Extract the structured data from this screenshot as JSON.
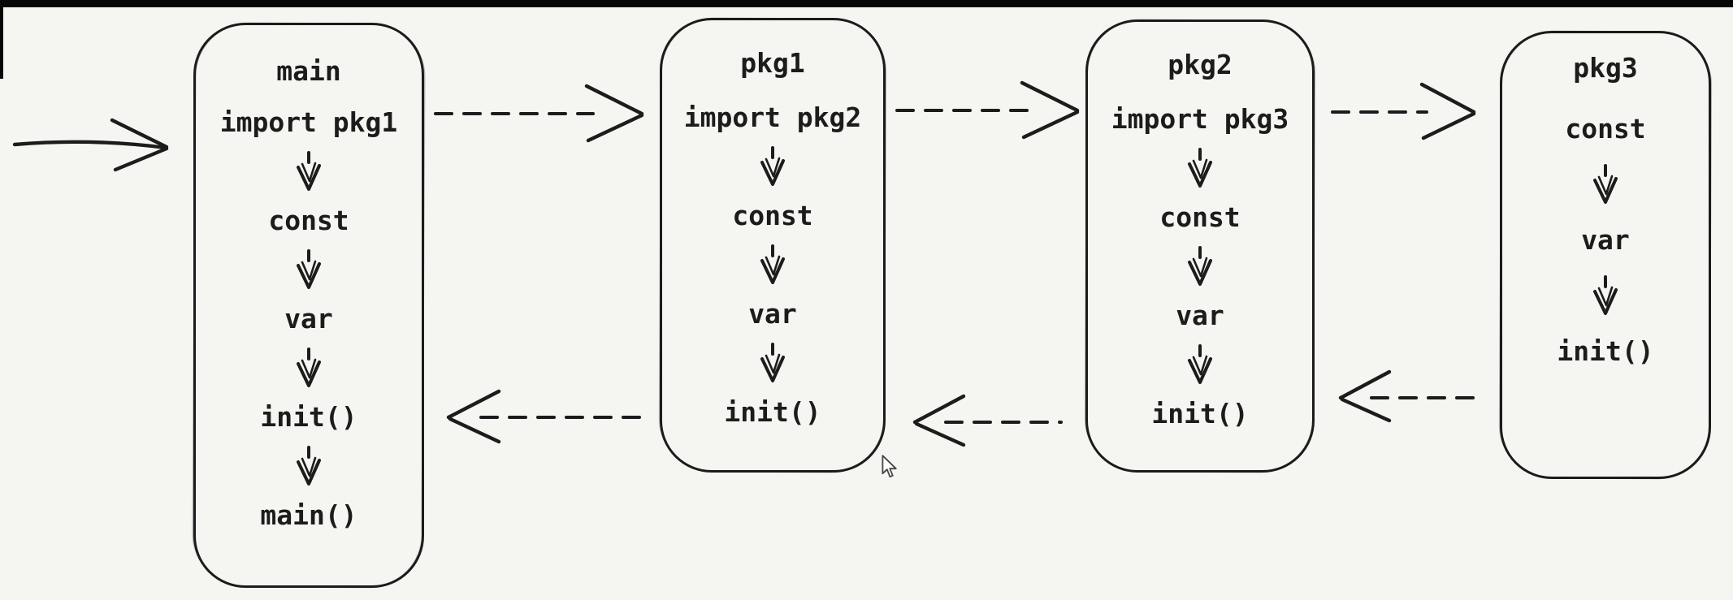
{
  "canvas": {
    "background": "#f5f5f2",
    "ink": "#1c1c1c",
    "edge_bar_color": "#060606"
  },
  "boxes": [
    {
      "title": "main",
      "steps": [
        "import pkg1",
        "const",
        "var",
        "init()",
        "main()"
      ]
    },
    {
      "title": "pkg1",
      "steps": [
        "import pkg2",
        "const",
        "var",
        "init()"
      ]
    },
    {
      "title": "pkg2",
      "steps": [
        "import pkg3",
        "const",
        "var",
        "init()"
      ]
    },
    {
      "title": "pkg3",
      "steps": [
        "const",
        "var",
        "init()"
      ]
    }
  ],
  "arrows": {
    "entry": {
      "style": "solid",
      "direction": "right",
      "to": "main"
    },
    "calls": [
      {
        "from": "main",
        "to": "pkg1",
        "style": "dashed",
        "direction": "right"
      },
      {
        "from": "pkg1",
        "to": "pkg2",
        "style": "dashed",
        "direction": "right"
      },
      {
        "from": "pkg2",
        "to": "pkg3",
        "style": "dashed",
        "direction": "right"
      }
    ],
    "returns": [
      {
        "from": "pkg1",
        "to": "main",
        "style": "dashed",
        "direction": "left"
      },
      {
        "from": "pkg2",
        "to": "pkg1",
        "style": "dashed",
        "direction": "left"
      },
      {
        "from": "pkg3",
        "to": "pkg2",
        "style": "dashed",
        "direction": "left"
      }
    ]
  },
  "cursor": {
    "type": "arrow-pointer"
  }
}
